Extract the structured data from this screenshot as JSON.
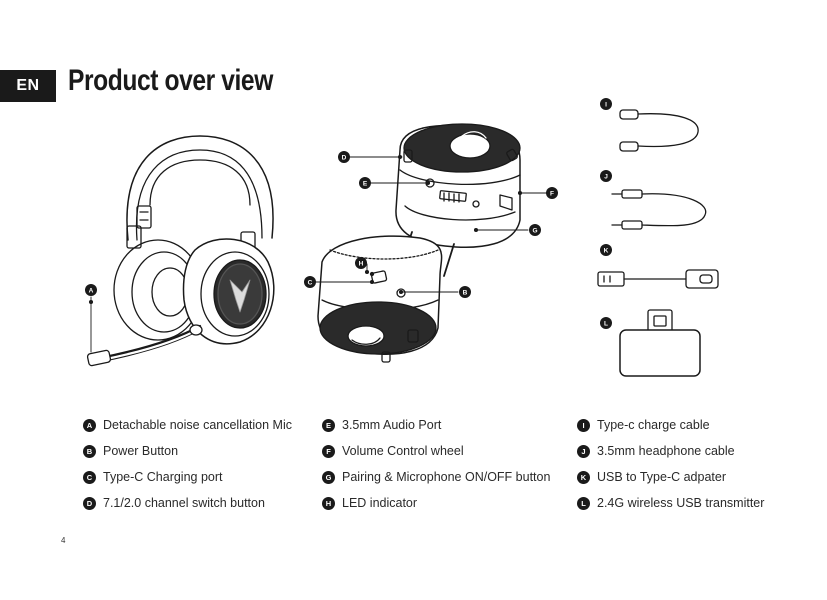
{
  "header": {
    "lang": "EN",
    "title": "Product over view"
  },
  "legend": {
    "col1": [
      {
        "letter": "A",
        "label": "Detachable noise cancellation Mic"
      },
      {
        "letter": "B",
        "label": "Power Button"
      },
      {
        "letter": "C",
        "label": "Type-C Charging port"
      },
      {
        "letter": "D",
        "label": "7.1/2.0 channel switch button"
      }
    ],
    "col2": [
      {
        "letter": "E",
        "label": "3.5mm Audio Port"
      },
      {
        "letter": "F",
        "label": "Volume Control wheel"
      },
      {
        "letter": "G",
        "label": "Pairing & Microphone ON/OFF button"
      },
      {
        "letter": "H",
        "label": "LED indicator"
      }
    ],
    "col3": [
      {
        "letter": "I",
        "label": "Type-c charge cable"
      },
      {
        "letter": "J",
        "label": "3.5mm headphone cable"
      },
      {
        "letter": "K",
        "label": "USB to Type-C adpater"
      },
      {
        "letter": "L",
        "label": "2.4G wireless USB transmitter"
      }
    ]
  },
  "callouts": {
    "A": "A",
    "B": "B",
    "C": "C",
    "D": "D",
    "E": "E",
    "F": "F",
    "G": "G",
    "H": "H",
    "I": "I",
    "J": "J",
    "K": "K",
    "L": "L"
  },
  "footer": {
    "page_number": "4"
  }
}
